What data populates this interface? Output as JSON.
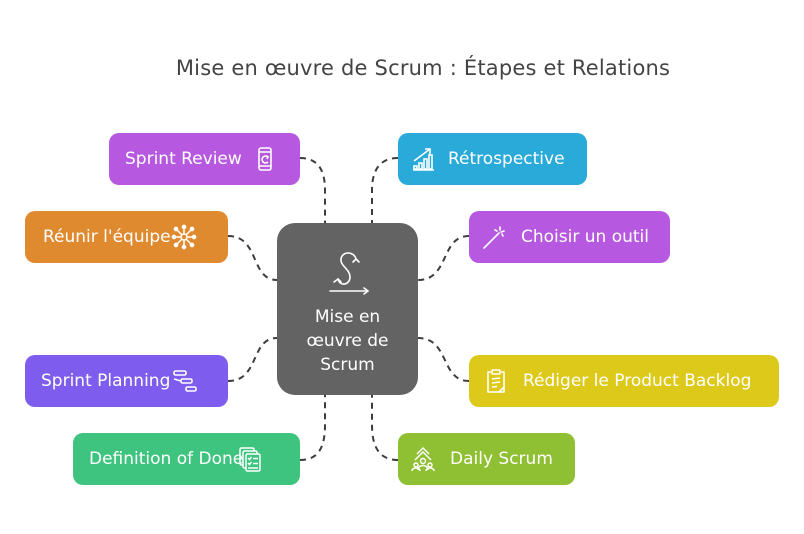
{
  "title": "Mise en œuvre de Scrum : Étapes et Relations",
  "center": {
    "label": "Mise en œuvre de Scrum",
    "icon": "scrum-cycle-icon",
    "color": "#636363"
  },
  "nodes": [
    {
      "id": "sprint-review",
      "label": "Sprint Review",
      "icon": "mobile-refresh-icon",
      "color": "#B659E0",
      "side": "left"
    },
    {
      "id": "reunir-equipe",
      "label": "Réunir l'équipe",
      "icon": "network-hub-icon",
      "color": "#E08A30",
      "side": "left"
    },
    {
      "id": "sprint-planning",
      "label": "Sprint Planning",
      "icon": "gantt-timeline-icon",
      "color": "#7E5DEE",
      "side": "left"
    },
    {
      "id": "definition-of-done",
      "label": "Definition of Done",
      "icon": "checklist-documents-icon",
      "color": "#3EC47F",
      "side": "left"
    },
    {
      "id": "retrospective",
      "label": "Rétrospective",
      "icon": "growth-chart-icon",
      "color": "#2AAAD9",
      "side": "right"
    },
    {
      "id": "choisir-outil",
      "label": "Choisir un outil",
      "icon": "magic-wand-icon",
      "color": "#B659E0",
      "side": "right"
    },
    {
      "id": "product-backlog",
      "label": "Rédiger le Product Backlog",
      "icon": "clipboard-icon",
      "color": "#DDC91A",
      "side": "right"
    },
    {
      "id": "daily-scrum",
      "label": "Daily Scrum",
      "icon": "team-growth-icon",
      "color": "#8FBF32",
      "side": "right"
    }
  ],
  "connector_color": "#3d3d3d"
}
